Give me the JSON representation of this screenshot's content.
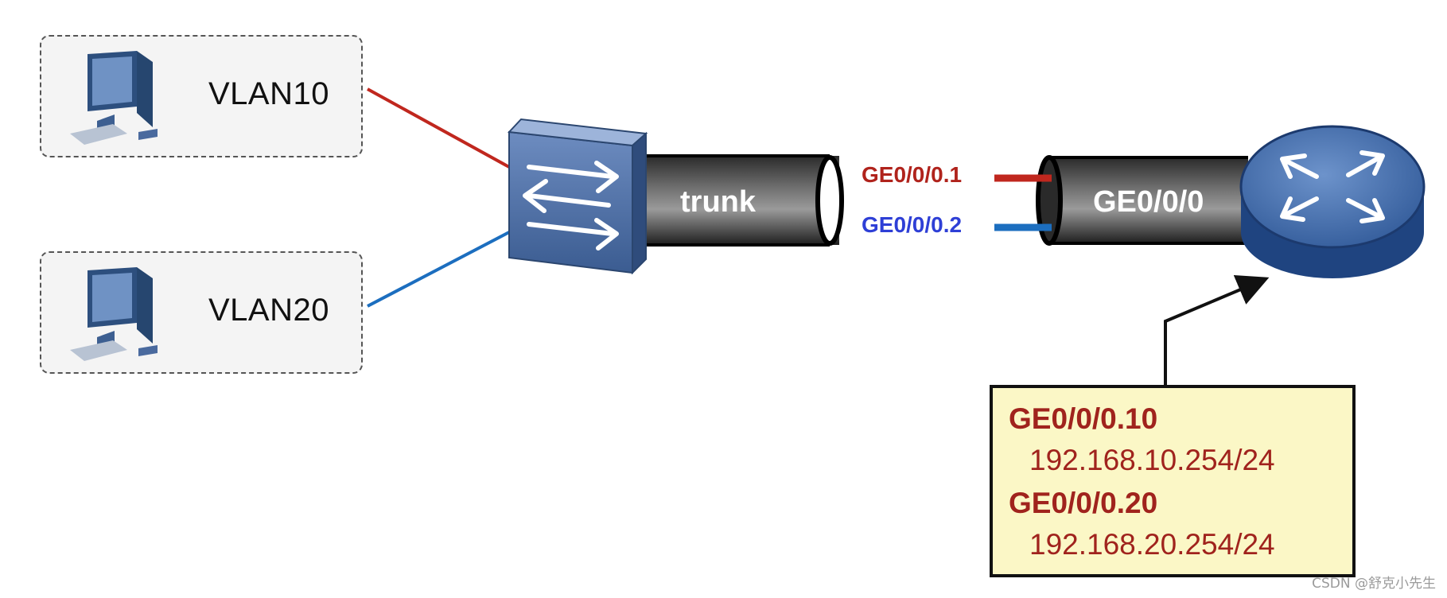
{
  "hosts": [
    {
      "label": "VLAN10",
      "link_color": "#c0271e"
    },
    {
      "label": "VLAN20",
      "link_color": "#1c6ebf"
    }
  ],
  "link": {
    "label": "trunk"
  },
  "subinterfaces": [
    {
      "label": "GE0/0/0.1",
      "color": "#b0231c"
    },
    {
      "label": "GE0/0/0.2",
      "color": "#2e3fd6"
    }
  ],
  "router_port": {
    "label": "GE0/0/0"
  },
  "info_box": {
    "entries": [
      {
        "interface": "GE0/0/0.10",
        "ip": "192.168.10.254/24"
      },
      {
        "interface": "GE0/0/0.20",
        "ip": "192.168.20.254/24"
      }
    ]
  },
  "watermark": "CSDN @舒克小先生",
  "colors": {
    "device_blue": "#4a6fa5",
    "router_blue": "#3e6ba8",
    "pipe_dark": "#333333",
    "info_bg": "#fbf7c6",
    "info_text": "#a0231d"
  }
}
